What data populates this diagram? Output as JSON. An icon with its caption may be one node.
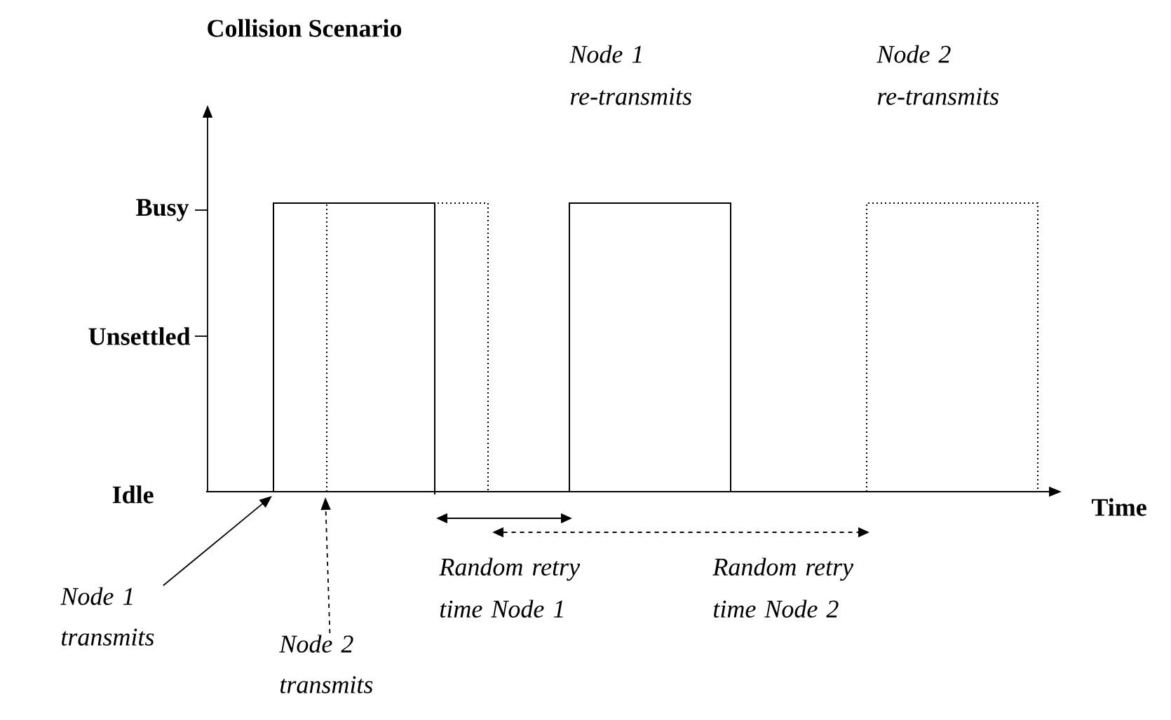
{
  "diagram": {
    "title": "Collision Scenario",
    "nodes": [
      {
        "text": [
          "Node 1 transmits"
        ]
      },
      {
        "text": [
          "Node 2 transmits"
        ]
      }
    ],
    "edges": [
      {
        "from": 0,
        "to": null,
        "arrow": "to"
      },
      {
        "from": 1,
        "to": null,
        "arrow": "to",
        "style": "dashed"
      }
    ],
    "labels": [
      "Node 1 re-transmits",
      "Node 2 re-transmits",
      "Busy",
      "Unsettled",
      "Idle",
      "Time",
      "Random retry time Node 1",
      "Random retry time Node 2"
    ]
  }
}
